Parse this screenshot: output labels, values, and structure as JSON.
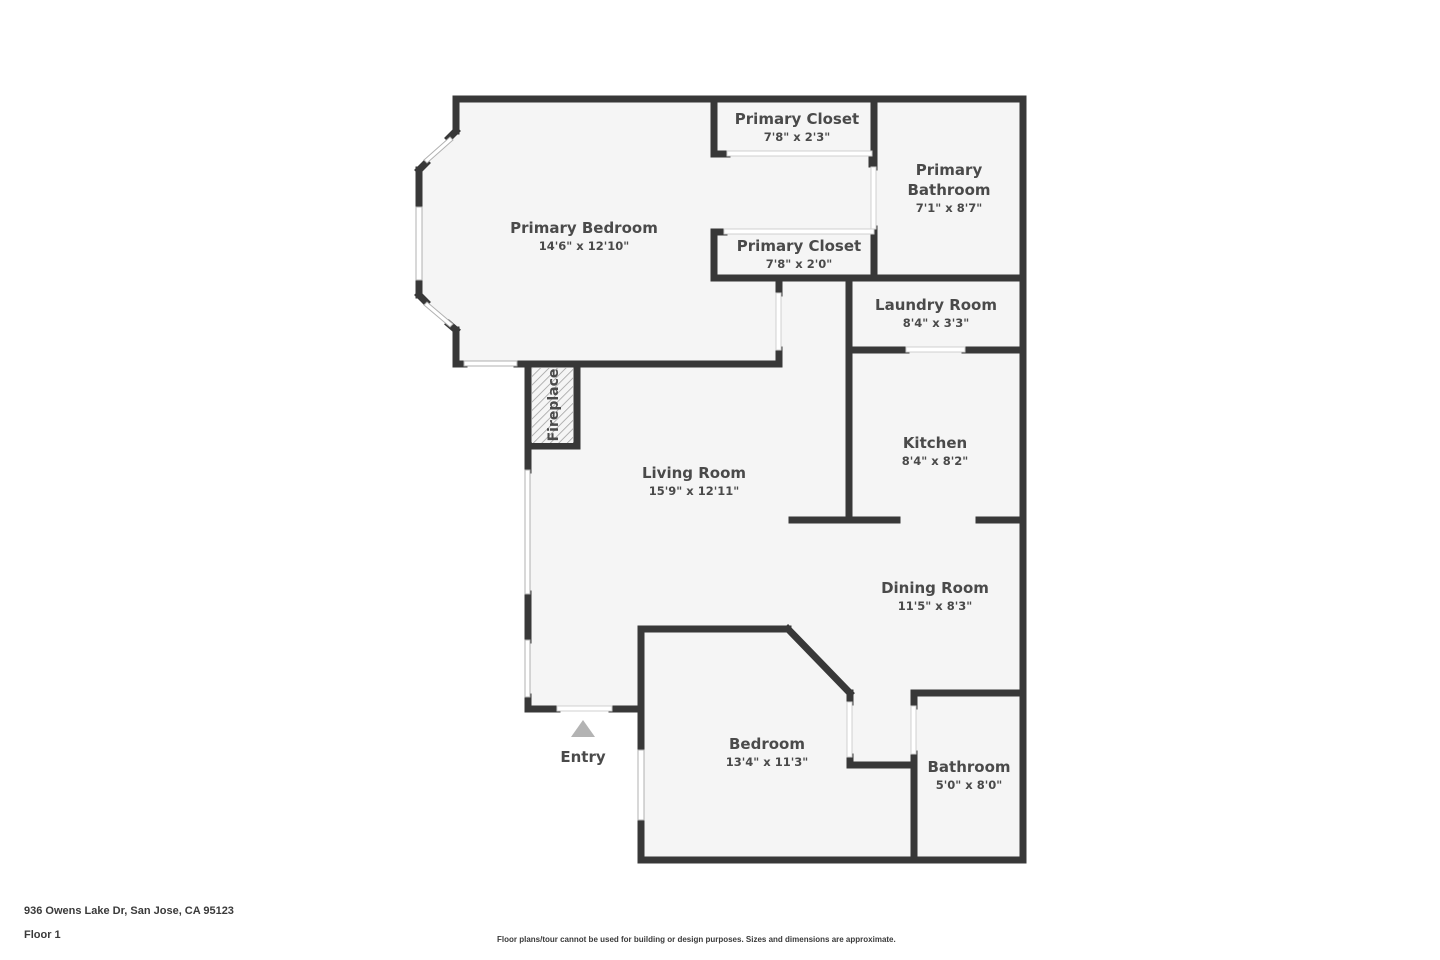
{
  "plan": {
    "floor_color": "#f5f5f5",
    "wall_color": "#383838",
    "opening_color": "#ffffff",
    "entry_marker_color": "#b3b3b3",
    "rooms": [
      {
        "id": "primary-bedroom",
        "name": "Primary Bedroom",
        "dimensions": "14'6\" x 12'10\""
      },
      {
        "id": "primary-closet-top",
        "name": "Primary Closet",
        "dimensions": "7'8\" x 2'3\""
      },
      {
        "id": "primary-bathroom",
        "name_line1": "Primary",
        "name_line2": "Bathroom",
        "dimensions": "7'1\" x 8'7\""
      },
      {
        "id": "primary-closet-bottom",
        "name": "Primary Closet",
        "dimensions": "7'8\" x 2'0\""
      },
      {
        "id": "laundry-room",
        "name": "Laundry Room",
        "dimensions": "8'4\" x 3'3\""
      },
      {
        "id": "kitchen",
        "name": "Kitchen",
        "dimensions": "8'4\" x 8'2\""
      },
      {
        "id": "living-room",
        "name": "Living Room",
        "dimensions": "15'9\" x 12'11\""
      },
      {
        "id": "dining-room",
        "name": "Dining Room",
        "dimensions": "11'5\" x 8'3\""
      },
      {
        "id": "bedroom",
        "name": "Bedroom",
        "dimensions": "13'4\" x 11'3\""
      },
      {
        "id": "bathroom",
        "name": "Bathroom",
        "dimensions": "5'0\" x 8'0\""
      }
    ],
    "fireplace_label": "Fireplace",
    "entry_label": "Entry"
  },
  "footer": {
    "address": "936 Owens Lake Dr, San Jose, CA 95123",
    "floor": "Floor 1",
    "disclaimer": "Floor plans/tour cannot be used for building or design purposes. Sizes and dimensions are approximate."
  }
}
